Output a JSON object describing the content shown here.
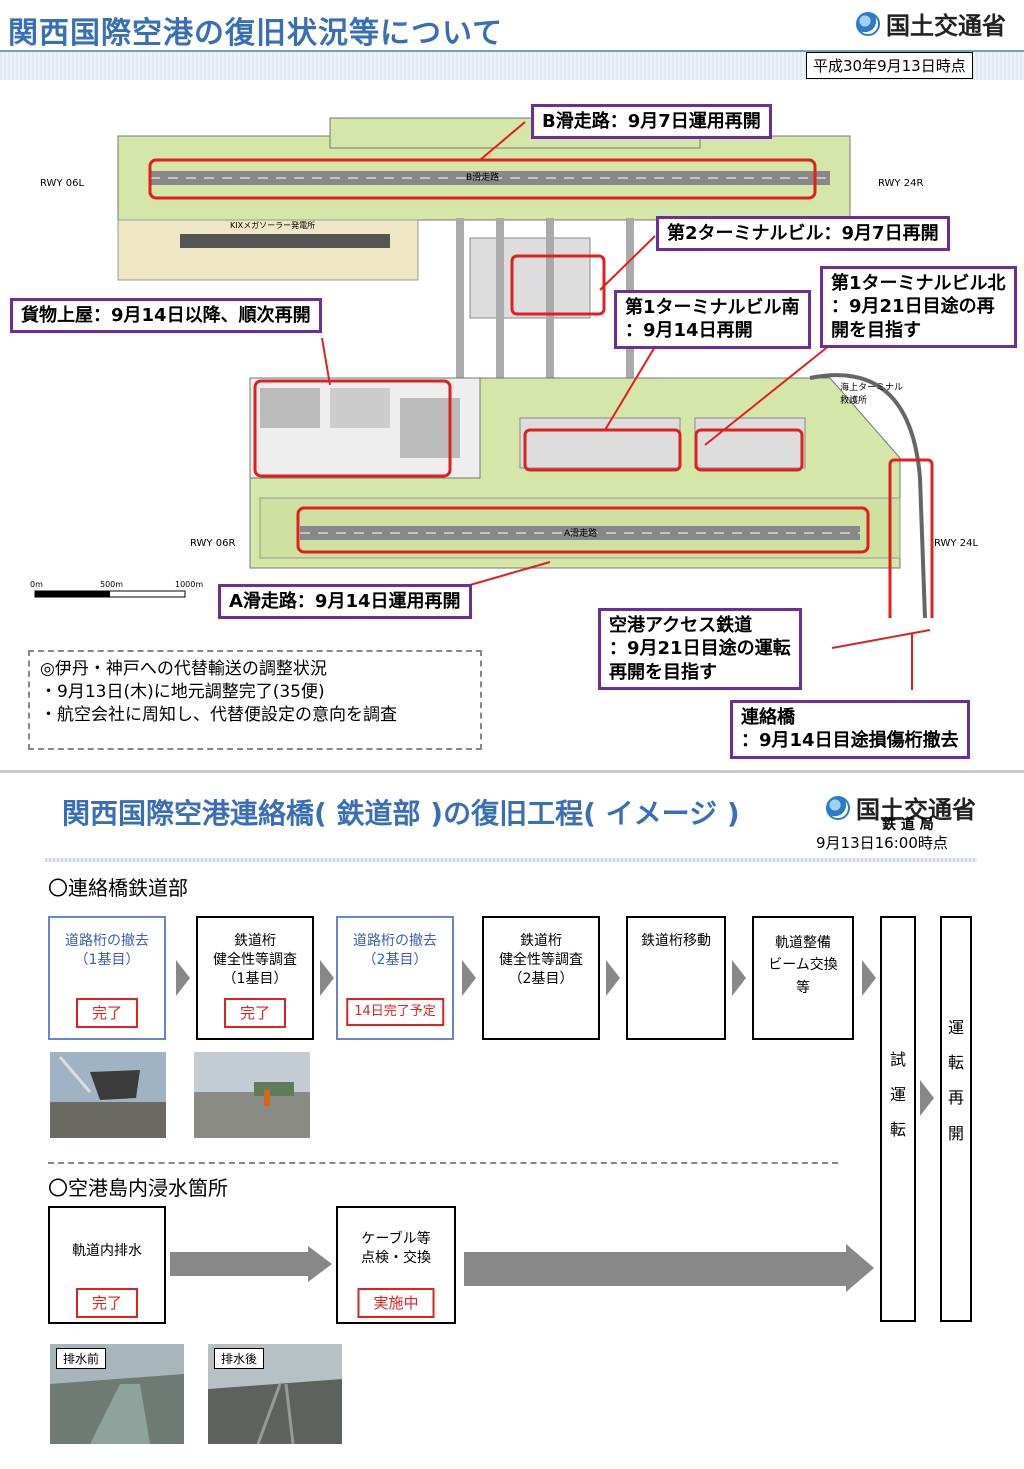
{
  "top": {
    "title": "関西国際空港の復旧状況等について",
    "ministry": "国土交通省",
    "date": "平成30年9月13日時点"
  },
  "map": {
    "labels": {
      "rwy06l": "RWY 06L",
      "rwy24r": "RWY 24R",
      "rwy06r": "RWY 06R",
      "rwy24l": "RWY 24L",
      "b_runway": "B滑走路",
      "a_runway": "A滑走路",
      "solar": "KIXメガソーラー発電所",
      "scale0": "0m",
      "scale500": "500m",
      "scale1000": "1000m",
      "sea_terminal": "海上ターミナル 救護所"
    }
  },
  "callouts": {
    "b_runway": "B滑走路：9月7日運用再開",
    "t2": "第2ターミナルビル：9月7日再開",
    "t1_south": [
      "第1ターミナルビル南",
      "：9月14日再開"
    ],
    "t1_north": [
      "第1ターミナルビル北",
      "：9月21日目途の再",
      "開を目指す"
    ],
    "cargo": "貨物上屋：9月14日以降、順次再開",
    "a_runway": "A滑走路：9月14日運用再開",
    "rail": [
      "空港アクセス鉄道",
      "：9月21日目途の運転",
      "再開を目指す"
    ],
    "bridge": [
      "連絡橋",
      "：9月14日目途損傷桁撤去"
    ]
  },
  "note": [
    "◎伊丹・神戸への代替輸送の調整状況",
    "・9月13日(木)に地元調整完了(35便)",
    "・航空会社に周知し、代替便設定の意向を調査"
  ],
  "bottom": {
    "title": "関西国際空港連絡橋( 鉄道部 )の復旧工程( イメージ )",
    "ministry": "国土交通省",
    "bureau": "鉄 道 局",
    "date": "9月13日16:00時点",
    "section1": "〇連絡橋鉄道部",
    "section2": "〇空港島内浸水箇所",
    "steps1": [
      {
        "lines": [
          "道路桁の撤去",
          "（1基目）"
        ],
        "status": "完了"
      },
      {
        "lines": [
          "鉄道桁",
          "健全性等調査",
          "（1基目）"
        ],
        "status": "完了"
      },
      {
        "lines": [
          "道路桁の撤去",
          "（2基目）"
        ],
        "status": "14日完了予定"
      },
      {
        "lines": [
          "鉄道桁",
          "健全性等調査",
          "（2基目）"
        ],
        "status": ""
      },
      {
        "lines": [
          "鉄道桁移動"
        ],
        "status": ""
      },
      {
        "lines": [
          "軌道整備",
          "ビーム交換",
          "等"
        ],
        "status": ""
      }
    ],
    "steps2": [
      {
        "lines": [
          "軌道内排水"
        ],
        "status": "完了"
      },
      {
        "lines": [
          "ケーブル等",
          "点検・交換"
        ],
        "status": "実施中"
      }
    ],
    "trial": [
      "試",
      "運",
      "転"
    ],
    "resume": [
      "運",
      "転",
      "再",
      "開"
    ],
    "photo_before": "排水前",
    "photo_after": "排水後"
  }
}
